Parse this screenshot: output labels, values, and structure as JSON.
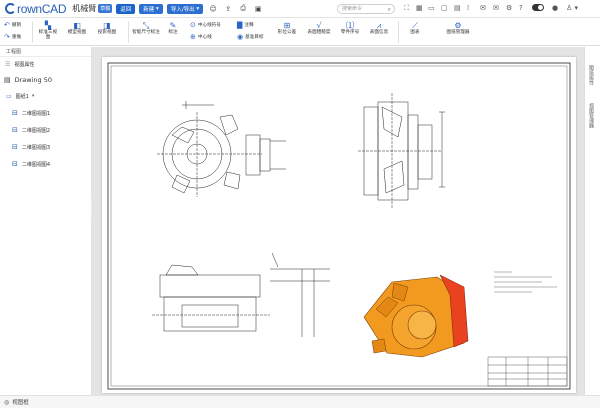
{
  "app": {
    "logo_text": "rownCAD",
    "file_name": "机械臂",
    "file_tag": "草稿"
  },
  "topbar": {
    "buttons": [
      "返回",
      "新建",
      "导入/导出"
    ],
    "search_placeholder": "搜索命令"
  },
  "ribbon": {
    "items": [
      {
        "label": "撤销",
        "icon": "undo-icon"
      },
      {
        "label": "重做",
        "icon": "redo-icon"
      },
      {
        "label": "标准三视图",
        "icon": "three-view-icon"
      },
      {
        "label": "模型视图",
        "icon": "model-view-icon"
      },
      {
        "label": "投影视图",
        "icon": "projection-view-icon"
      },
      {
        "label": "智能尺寸标注",
        "icon": "smart-dimension-icon"
      },
      {
        "label": "标注",
        "icon": "annotation-icon"
      },
      {
        "label": "中心线符号",
        "icon": "centerline-icon"
      },
      {
        "label": "中心线",
        "icon": "centerline-icon"
      },
      {
        "label": "注释",
        "icon": "note-icon"
      },
      {
        "label": "基准目标",
        "icon": "datum-icon"
      },
      {
        "label": "形位公差",
        "icon": "tolerance-icon"
      },
      {
        "label": "表面粗糙度",
        "icon": "roughness-icon"
      },
      {
        "label": "零件序号",
        "icon": "balloon-icon"
      },
      {
        "label": "表面信息",
        "icon": "surface-icon"
      },
      {
        "label": "图表",
        "icon": "chart-icon"
      },
      {
        "label": "图纸管理器",
        "icon": "sheet-manager-icon"
      }
    ]
  },
  "panel": {
    "title": "工程图",
    "subtitle": "视图属性",
    "drawing_name": "Drawing 50",
    "sheet_name": "图纸1",
    "views": [
      "二维图视图1",
      "二维图视图2",
      "二维图视图3",
      "二维图视图4"
    ]
  },
  "rightbar": {
    "tabs": [
      "图纸属性",
      "视图管理器"
    ]
  },
  "status": {
    "text": "视图框"
  },
  "colors": {
    "accent": "#1c63c8",
    "part_orange": "#f29a1f",
    "part_red": "#e8421f"
  }
}
